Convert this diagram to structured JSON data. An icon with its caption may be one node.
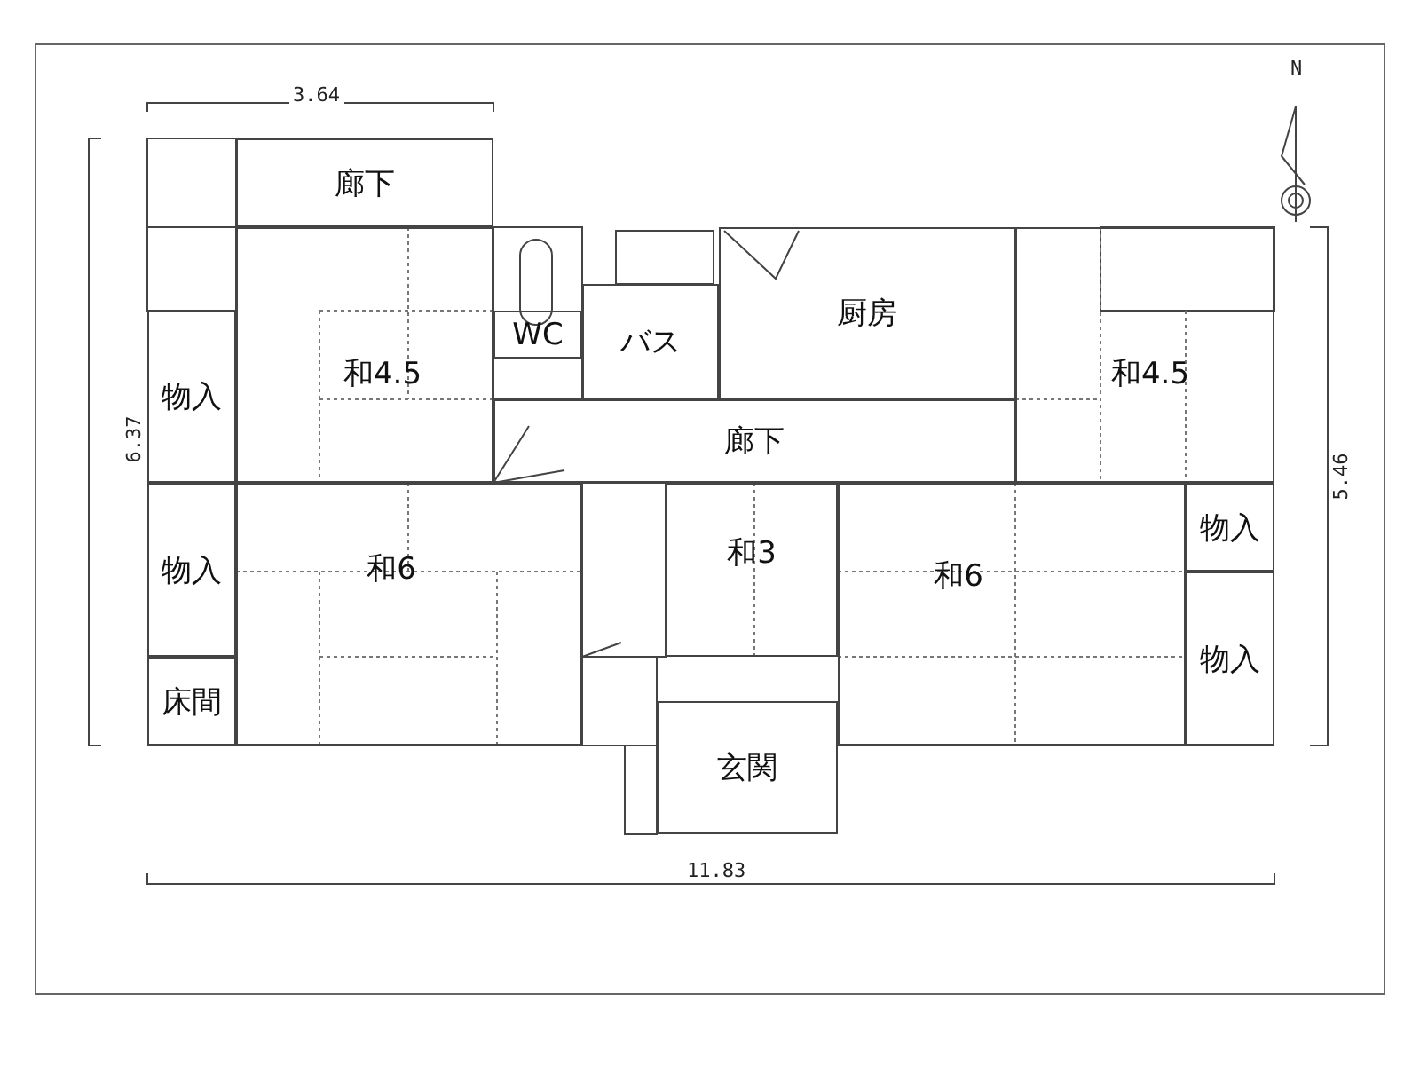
{
  "diagram": {
    "nodes": [
      {
        "text": [
          "廊下"
        ]
      },
      {
        "text": [
          "和4.5"
        ]
      },
      {
        "text": [
          "物入"
        ]
      },
      {
        "text": [
          "WC"
        ]
      },
      {
        "text": [
          "バス"
        ]
      },
      {
        "text": [
          "厨房"
        ]
      },
      {
        "text": [
          "和4.5"
        ]
      },
      {
        "text": [
          "廊下"
        ]
      },
      {
        "text": [
          "物入"
        ]
      },
      {
        "text": [
          "床間"
        ]
      },
      {
        "text": [
          "和6"
        ]
      },
      {
        "text": [
          "和3"
        ]
      },
      {
        "text": [
          "和6"
        ]
      },
      {
        "text": [
          "物入"
        ]
      },
      {
        "text": [
          "物入"
        ]
      },
      {
        "text": [
          "玄関"
        ]
      }
    ],
    "edges": [],
    "labels": [
      "3.64",
      "N",
      "6.37",
      "5.46",
      "11.83"
    ]
  }
}
